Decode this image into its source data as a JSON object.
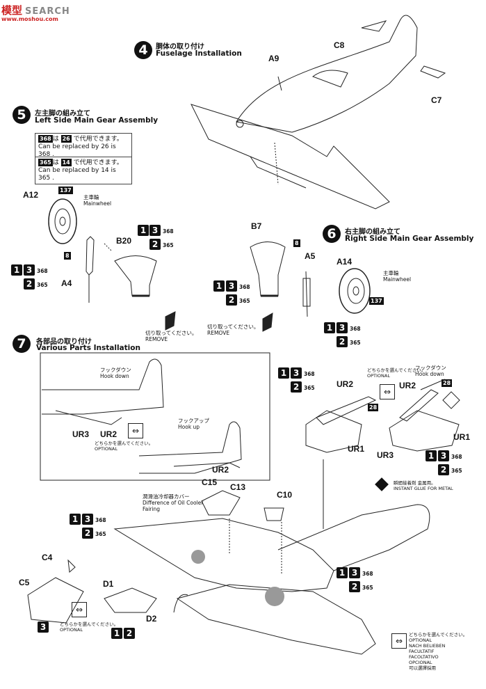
{
  "watermark": {
    "brand": "SEARCH",
    "logo": "模型",
    "url": "www.moshou.com"
  },
  "steps": [
    {
      "num": "4",
      "jp": "胴体の取り付け",
      "en": "Fuselage Installation"
    },
    {
      "num": "5",
      "jp": "左主脚の組み立て",
      "en": "Left Side Main Gear Assembly"
    },
    {
      "num": "6",
      "jp": "右主脚の組み立て",
      "en": "Right Side Main  Gear Assembly"
    },
    {
      "num": "7",
      "jp": "各部品の取り付け",
      "en": "Various Parts Installation"
    }
  ],
  "notes": [
    {
      "jp_a": "368",
      "jp_mid": "は",
      "jp_b": "26",
      "jp_end": "で代用できます。",
      "en": "Can be replaced by 26 is 368 ."
    },
    {
      "jp_a": "365",
      "jp_mid": "は",
      "jp_b": "14",
      "jp_end": "で代用できます。",
      "en": "Can be replaced by 14 is 365 ."
    }
  ],
  "parts": {
    "a9": "A9",
    "c8": "C8",
    "c7": "C7",
    "a12": "A12",
    "b20": "B20",
    "a4": "A4",
    "b7": "B7",
    "a5": "A5",
    "a14": "A14",
    "ur1": "UR1",
    "ur2": "UR2",
    "ur3": "UR3",
    "c15": "C15",
    "c13": "C13",
    "c10": "C10",
    "c4": "C4",
    "c5": "C5",
    "d1": "D1",
    "d2": "D2",
    "p8": "8",
    "p28": "28",
    "p137": "137"
  },
  "labels": {
    "mainwheel_jp": "主車輪",
    "mainwheel_en": "Mainwheel",
    "remove_jp": "切り取ってください。",
    "remove_en": "REMOVE",
    "hookdown_jp": "フックダウン",
    "hookdown_en": "Hook down",
    "hookup_jp": "フックアップ",
    "hookup_en": "Hook up",
    "optional_jp": "どちらかを選んでください。",
    "optional_en": "OPTIONAL",
    "oilcooler_jp": "潤滑油冷却器カバー",
    "oilcooler_en1": "Difference of Oil Cooler",
    "oilcooler_en2": "Fairing",
    "glue_jp": "瞬間接着剤  金属用。",
    "glue_en": "INSTANT GLUE FOR METAL"
  },
  "versions": {
    "v368": "368",
    "v365": "365",
    "n1": "1",
    "n2": "2",
    "n3": "3"
  },
  "legend": {
    "title_jp": "どちらかを選んでください。",
    "lines": [
      "OPTIONAL",
      "NACH BELIEBEN",
      "FACULTATIF",
      "FACOLTATIVO",
      "OPCIONAL"
    ],
    "last_jp": "可以選擇採用"
  }
}
